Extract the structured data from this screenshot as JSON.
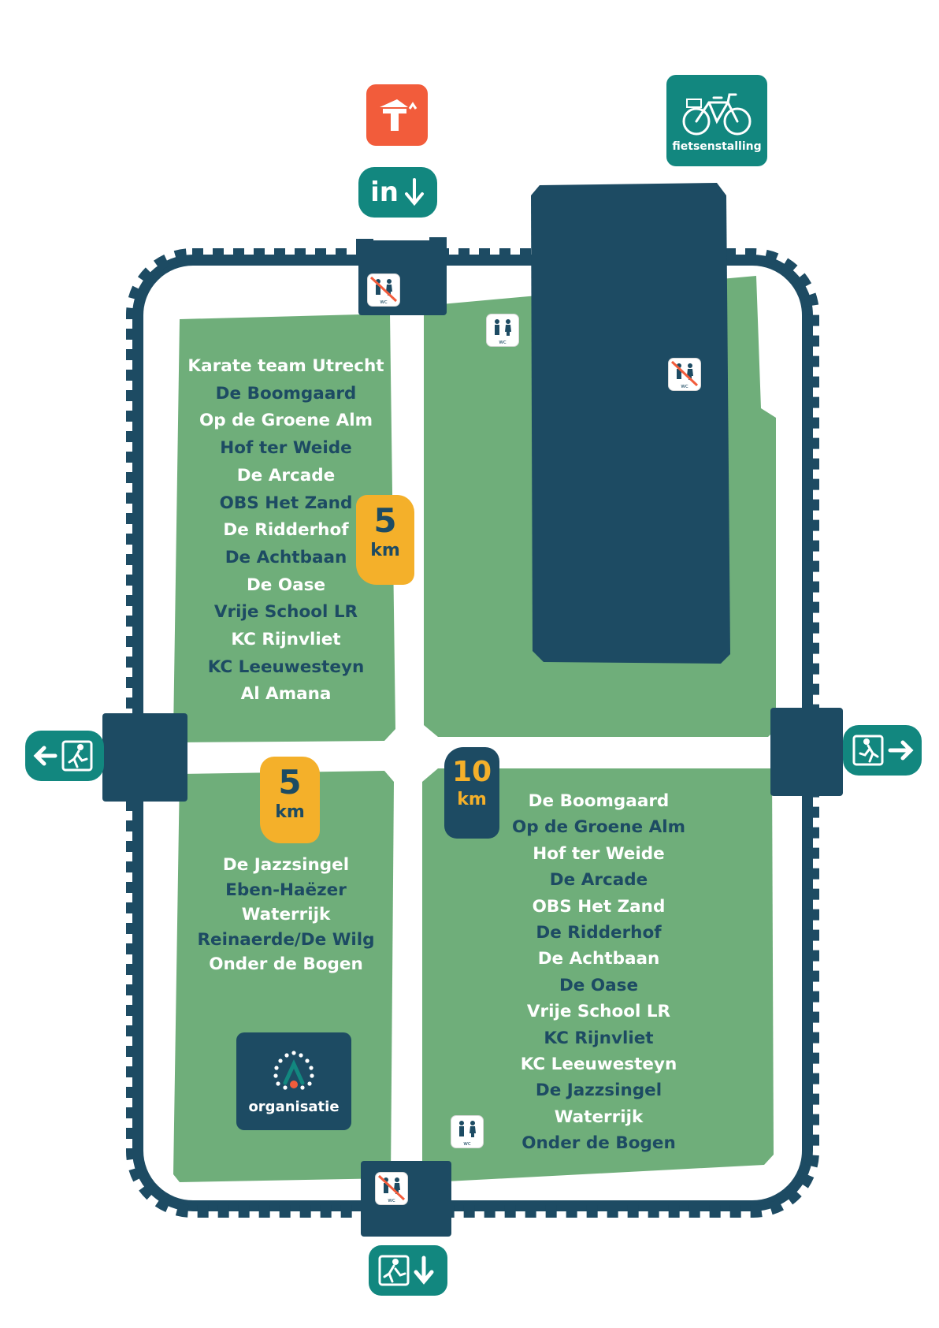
{
  "colors": {
    "navy": "#1d4b63",
    "green": "#6fae7a",
    "teal": "#12877f",
    "orange": "#f25c3b",
    "yellow": "#f4b02a",
    "white": "#ffffff"
  },
  "signs": {
    "top_in": {
      "text": "in",
      "icon": "arrow-down-icon"
    },
    "top_entrance": {
      "icon": "building-entrance-icon"
    },
    "bike": {
      "label": "fietsenstalling",
      "icon": "bicycle-icon"
    },
    "exit_left": {
      "icon": "emergency-exit-left-icon"
    },
    "exit_right": {
      "icon": "emergency-exit-right-icon"
    },
    "exit_bottom": {
      "icon": "emergency-exit-down-icon"
    }
  },
  "wc_label": "wc",
  "badges": {
    "top_left": {
      "num": "5",
      "unit": "km"
    },
    "bottom_left": {
      "num": "5",
      "unit": "km"
    },
    "bottom_right": {
      "num": "10",
      "unit": "km"
    }
  },
  "areas": {
    "top_left": {
      "items": [
        "Karate team Utrecht",
        "De Boomgaard",
        "Op de Groene Alm",
        "Hof ter Weide",
        "De Arcade",
        "OBS Het Zand",
        "De Ridderhof",
        "De Achtbaan",
        "De Oase",
        "Vrije School LR",
        "KC Rijnvliet",
        "KC Leeuwesteyn",
        "Al Amana"
      ]
    },
    "bottom_left": {
      "items": [
        "De Jazzsingel",
        "Eben-Haëzer",
        "Waterrijk",
        "Reinaerde/De Wilg",
        "Onder de Bogen"
      ]
    },
    "bottom_right": {
      "items": [
        "De Boomgaard",
        "Op de Groene Alm",
        "Hof ter Weide",
        "De Arcade",
        "OBS Het Zand",
        "De Ridderhof",
        "De Achtbaan",
        "De Oase",
        "Vrije School LR",
        "KC Rijnvliet",
        "KC Leeuwesteyn",
        "De Jazzsingel",
        "Waterrijk",
        "Onder de Bogen"
      ]
    }
  },
  "organisatie": {
    "label": "organisatie",
    "icon": "organisatie-logo-icon"
  }
}
